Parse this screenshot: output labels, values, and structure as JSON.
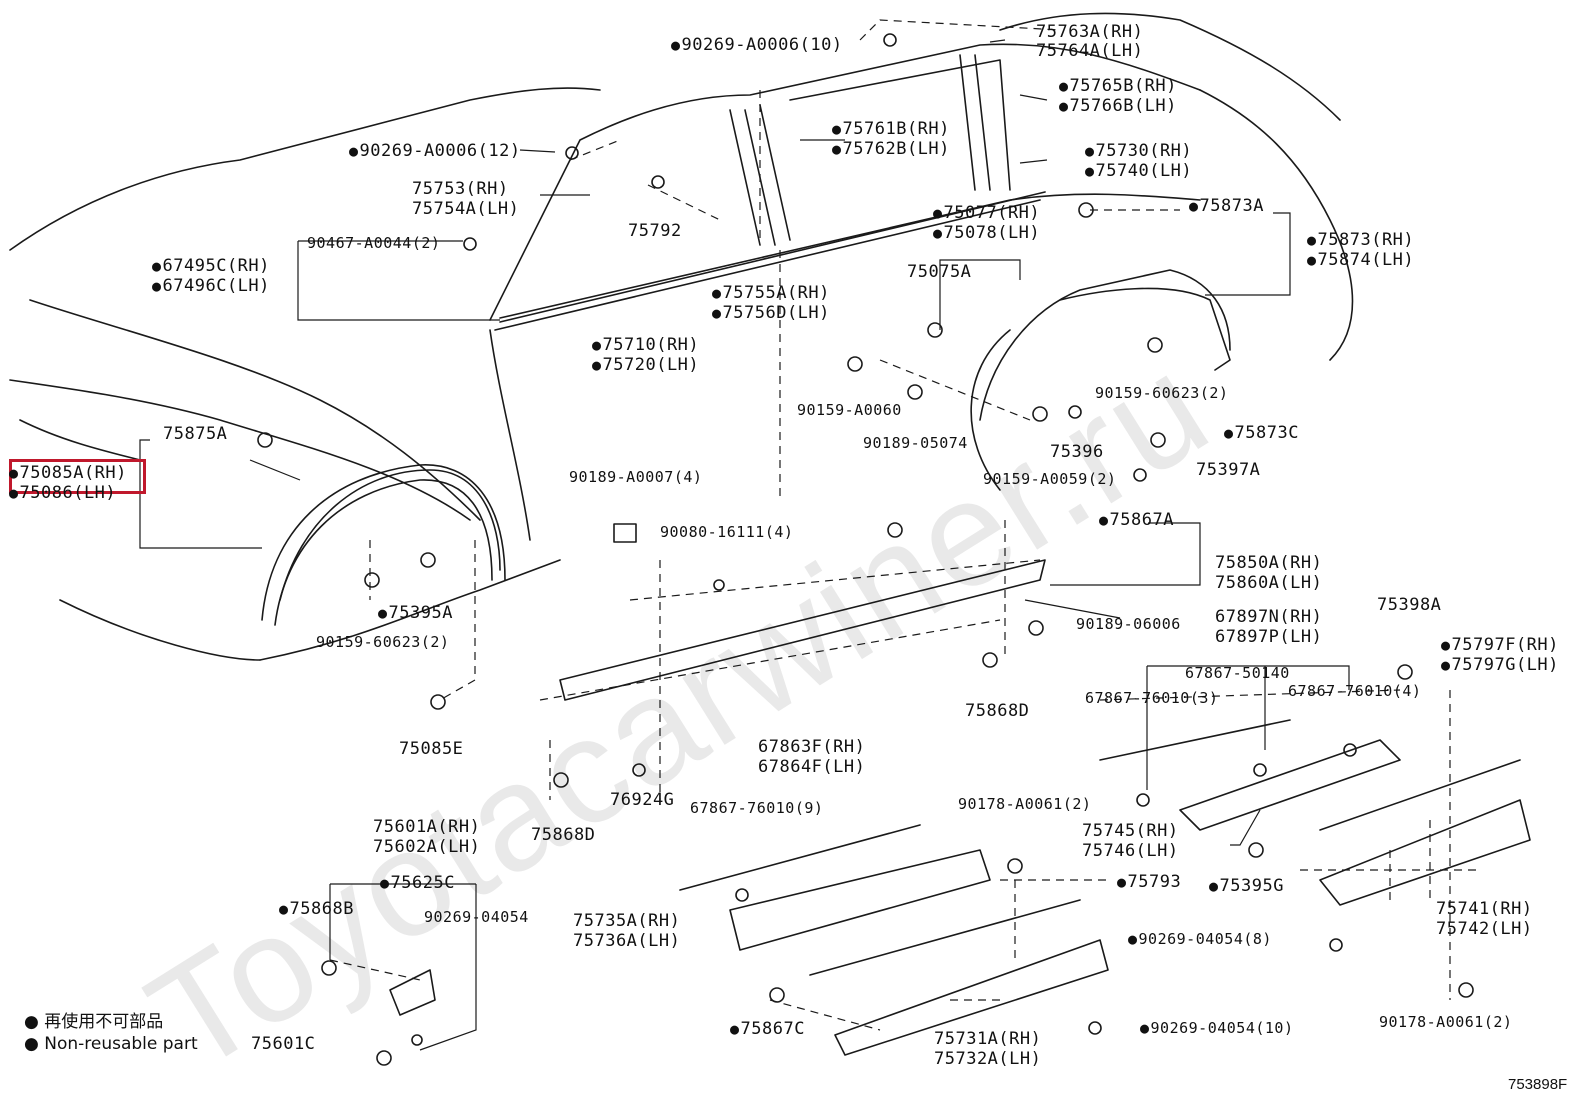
{
  "watermark": "Toyotacarwiner.ru",
  "diagram_code": "753898F",
  "legend": {
    "jp": "● 再使用不可部品",
    "en": "● Non-reusable part"
  },
  "labels": {
    "p90269_10": "90269-A0006(10)",
    "p75763": "75763A(RH)",
    "p75764": "75764A(LH)",
    "p75765": "75765B(RH)",
    "p75766": "75766B(LH)",
    "p90269_12": "90269-A0006(12)",
    "p75761": "75761B(RH)",
    "p75762": "75762B(LH)",
    "p75730": "75730(RH)",
    "p75740": "75740(LH)",
    "p75753": "75753(RH)",
    "p75754": "75754A(LH)",
    "p75792": "75792",
    "p75077": "75077(RH)",
    "p75078": "75078(LH)",
    "p75873A": "75873A",
    "p90467": "90467-A0044(2)",
    "p67495": "67495C(RH)",
    "p67496": "67496C(LH)",
    "p75755": "75755A(RH)",
    "p75756": "75756D(LH)",
    "p75075A": "75075A",
    "p75873": "75873(RH)",
    "p75874": "75874(LH)",
    "p75710": "75710(RH)",
    "p75720": "75720(LH)",
    "p90159_60623_2a": "90159-60623(2)",
    "p90159_A0060": "90159-A0060",
    "p90189_05074": "90189-05074",
    "p75396": "75396",
    "p75873C": "75873C",
    "p75875A": "75875A",
    "p75085A": "75085A(RH)",
    "p75086": "75086(LH)",
    "p90159_A0059": "90159-A0059(2)",
    "p75397A": "75397A",
    "p90189_A0007": "90189-A0007(4)",
    "p75867A": "75867A",
    "p90080": "90080-16111(4)",
    "p75850": "75850A(RH)",
    "p75860": "75860A(LH)",
    "p75395A": "75395A",
    "p90189_06006": "90189-06006",
    "p67897N": "67897N(RH)",
    "p67897P": "67897P(LH)",
    "p75398A": "75398A",
    "p90159_60623_2b": "90159-60623(2)",
    "p67867_50140": "67867-50140",
    "p75797F": "75797F(RH)",
    "p75797G": "75797G(LH)",
    "p67867_76010_3": "67867-76010(3)",
    "p67867_76010_4": "67867-76010(4)",
    "p75868D_a": "75868D",
    "p75085E": "75085E",
    "p67863F": "67863F(RH)",
    "p67864F": "67864F(LH)",
    "p76924G": "76924G",
    "p67867_76010_9": "67867-76010(9)",
    "p90178_A0061_2a": "90178-A0061(2)",
    "p75745": "75745(RH)",
    "p75746": "75746(LH)",
    "p75868D_b": "75868D",
    "p75601A": "75601A(RH)",
    "p75602A": "75602A(LH)",
    "p75625C": "75625C",
    "p75793": "75793",
    "p75395G": "75395G",
    "p75868B": "75868B",
    "p90269_04054": "90269-04054",
    "p75735A": "75735A(RH)",
    "p75736A": "75736A(LH)",
    "p90269_04054_8": "90269-04054(8)",
    "p75741": "75741(RH)",
    "p75742": "75742(LH)",
    "p90269_04054_10": "90269-04054(10)",
    "p75601C": "75601C",
    "p75867C": "75867C",
    "p75731A": "75731A(RH)",
    "p75732A": "75732A(LH)",
    "p90178_A0061_2b": "90178-A0061(2)"
  }
}
